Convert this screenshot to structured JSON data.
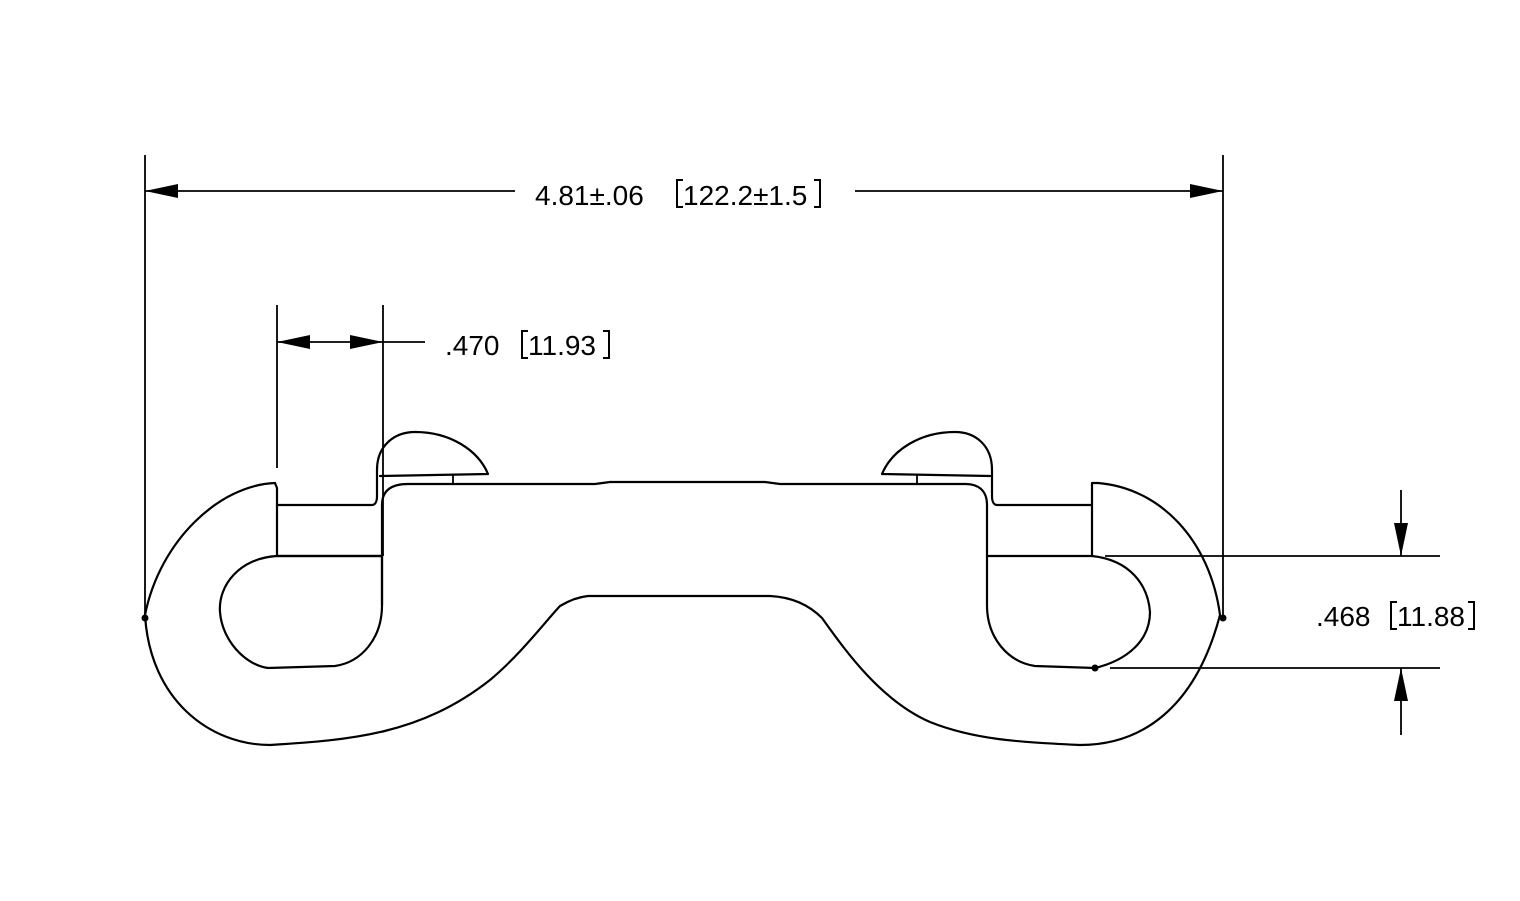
{
  "dimensions": {
    "overall_length": {
      "imperial": "4.81±.06",
      "metric": "122.2±1.5"
    },
    "gate_opening": {
      "imperial": ".470",
      "metric": "11.93"
    },
    "eye_opening": {
      "imperial": ".468",
      "metric": "11.88"
    }
  }
}
